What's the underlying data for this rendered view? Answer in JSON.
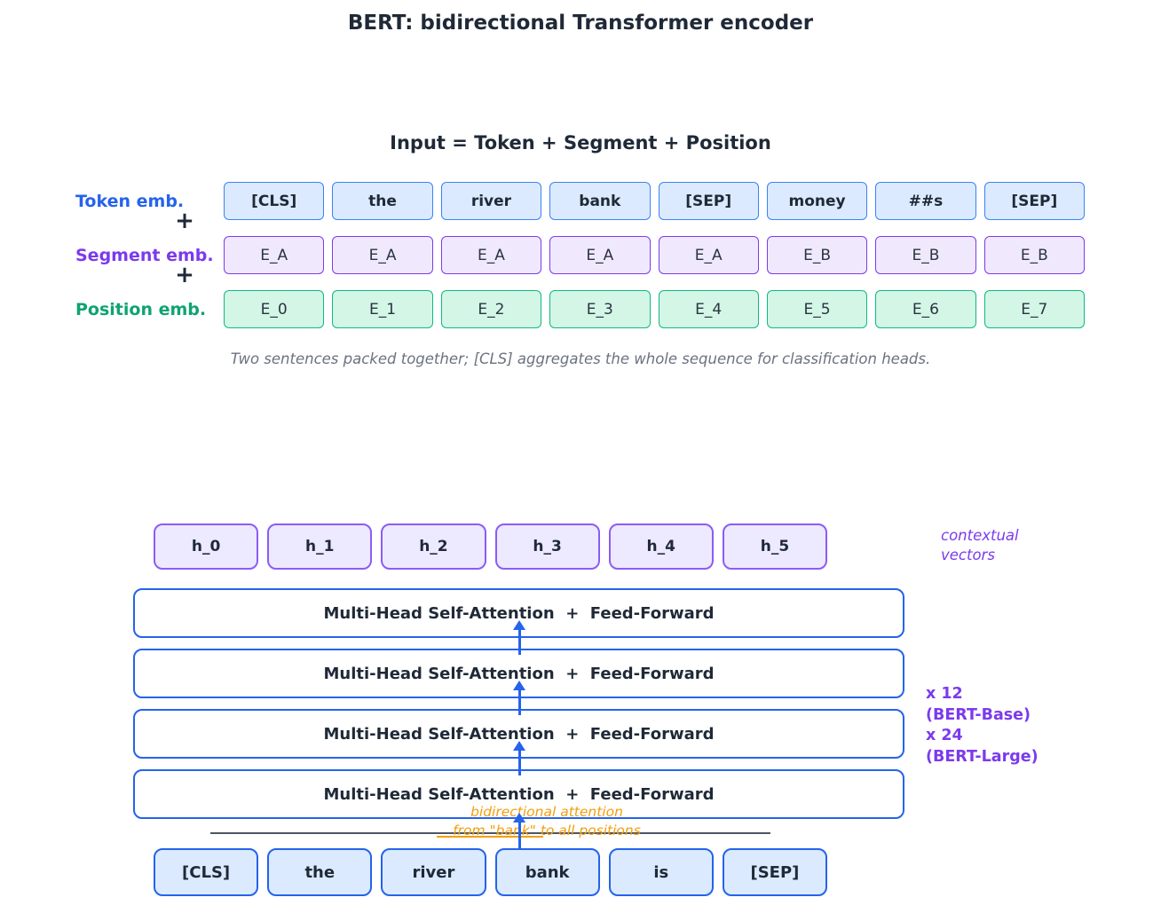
{
  "page": {
    "title": "BERT: bidirectional Transformer encoder"
  },
  "input_section": {
    "heading": "Input = Token + Segment + Position",
    "plus": "+",
    "token_row": {
      "label": "Token emb.",
      "cells": [
        "[CLS]",
        "the",
        "river",
        "bank",
        "[SEP]",
        "money",
        "##s",
        "[SEP]"
      ]
    },
    "segment_row": {
      "label": "Segment emb.",
      "cells": [
        "E_A",
        "E_A",
        "E_A",
        "E_A",
        "E_A",
        "E_B",
        "E_B",
        "E_B"
      ]
    },
    "position_row": {
      "label": "Position emb.",
      "cells": [
        "E_0",
        "E_1",
        "E_2",
        "E_3",
        "E_4",
        "E_5",
        "E_6",
        "E_7"
      ]
    },
    "caption": "Two sentences packed together; [CLS] aggregates the whole sequence for classification heads."
  },
  "encoder_section": {
    "hidden_states": [
      "h_0",
      "h_1",
      "h_2",
      "h_3",
      "h_4",
      "h_5"
    ],
    "contextual_note_line1": "contextual",
    "contextual_note_line2": "vectors",
    "layers": [
      "Multi-Head Self-Attention  +  Feed-Forward",
      "Multi-Head Self-Attention  +  Feed-Forward",
      "Multi-Head Self-Attention  +  Feed-Forward",
      "Multi-Head Self-Attention  +  Feed-Forward"
    ],
    "depth_note_lines": [
      "x 12",
      "(BERT-Base)",
      "x 24",
      "(BERT-Large)"
    ],
    "attention_note_line1": "bidirectional attention",
    "attention_note_line2": "from \"bank\" to all positions",
    "input_tokens": [
      "[CLS]",
      "the",
      "river",
      "bank",
      "is",
      "[SEP]"
    ]
  },
  "colors": {
    "blue_accent": "#2563eb",
    "token_border": "#3b82f6",
    "token_fill": "#dbeafe",
    "purple_accent": "#7c3aed",
    "hidden_border": "#8b5cf6",
    "segment_fill": "#f0e9fd",
    "hidden_fill": "#ede9fe",
    "green_accent": "#10b981",
    "position_fill": "#d3f6e6",
    "orange_accent": "#f59e0b",
    "text_dark": "#1f2937",
    "caption_gray": "#6b7280",
    "line_gray": "#4b5563"
  }
}
